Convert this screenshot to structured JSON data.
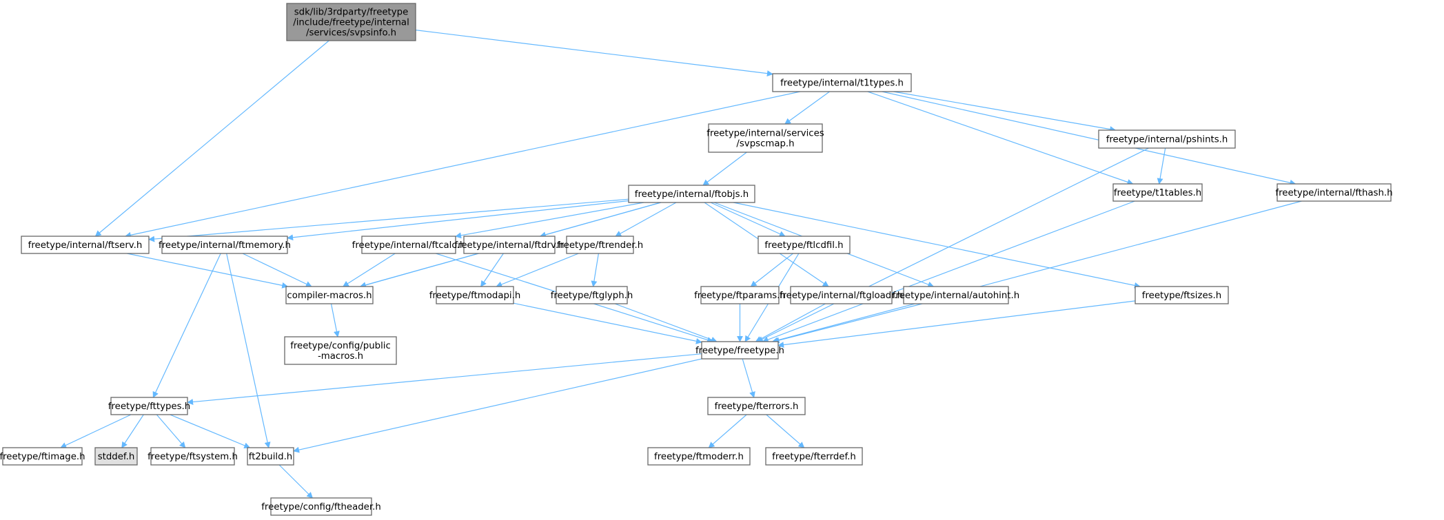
{
  "diagram": {
    "type": "include-dependency-graph",
    "colors": {
      "edge": "#63b8ff",
      "root_fill": "#999999",
      "node_fill": "#ffffff",
      "system_fill": "#e0e0e0",
      "border": "#666666"
    },
    "nodes": [
      {
        "id": "svpsinfo",
        "label": [
          "sdk/lib/3rdparty/freetype",
          "/include/freetype/internal",
          "/services/svpsinfo.h"
        ],
        "kind": "root"
      },
      {
        "id": "t1types",
        "label": [
          "freetype/internal/t1types.h"
        ],
        "kind": "normal"
      },
      {
        "id": "ftserv",
        "label": [
          "freetype/internal/ftserv.h"
        ],
        "kind": "normal"
      },
      {
        "id": "svpscmap",
        "label": [
          "freetype/internal/services",
          "/svpscmap.h"
        ],
        "kind": "normal"
      },
      {
        "id": "pshints",
        "label": [
          "freetype/internal/pshints.h"
        ],
        "kind": "normal"
      },
      {
        "id": "t1tables",
        "label": [
          "freetype/t1tables.h"
        ],
        "kind": "normal"
      },
      {
        "id": "fthash",
        "label": [
          "freetype/internal/fthash.h"
        ],
        "kind": "normal"
      },
      {
        "id": "ftobjs",
        "label": [
          "freetype/internal/ftobjs.h"
        ],
        "kind": "normal"
      },
      {
        "id": "ftmemory",
        "label": [
          "freetype/internal/ftmemory.h"
        ],
        "kind": "normal"
      },
      {
        "id": "ftcalc",
        "label": [
          "freetype/internal/ftcalc.h"
        ],
        "kind": "normal"
      },
      {
        "id": "ftdrv",
        "label": [
          "freetype/internal/ftdrv.h"
        ],
        "kind": "normal"
      },
      {
        "id": "ftrender",
        "label": [
          "freetype/ftrender.h"
        ],
        "kind": "normal"
      },
      {
        "id": "ftlcdfil",
        "label": [
          "freetype/ftlcdfil.h"
        ],
        "kind": "normal"
      },
      {
        "id": "compiler",
        "label": [
          "compiler-macros.h"
        ],
        "kind": "normal"
      },
      {
        "id": "ftmodapi",
        "label": [
          "freetype/ftmodapi.h"
        ],
        "kind": "normal"
      },
      {
        "id": "ftglyph",
        "label": [
          "freetype/ftglyph.h"
        ],
        "kind": "normal"
      },
      {
        "id": "ftparams",
        "label": [
          "freetype/ftparams.h"
        ],
        "kind": "normal"
      },
      {
        "id": "ftgloadr",
        "label": [
          "freetype/internal/ftgloadr.h"
        ],
        "kind": "normal"
      },
      {
        "id": "autohint",
        "label": [
          "freetype/internal/autohint.h"
        ],
        "kind": "normal"
      },
      {
        "id": "ftsizes",
        "label": [
          "freetype/ftsizes.h"
        ],
        "kind": "normal"
      },
      {
        "id": "pubmacros",
        "label": [
          "freetype/config/public",
          "-macros.h"
        ],
        "kind": "normal"
      },
      {
        "id": "freetype",
        "label": [
          "freetype/freetype.h"
        ],
        "kind": "normal"
      },
      {
        "id": "fttypes",
        "label": [
          "freetype/fttypes.h"
        ],
        "kind": "normal"
      },
      {
        "id": "fterrors",
        "label": [
          "freetype/fterrors.h"
        ],
        "kind": "normal"
      },
      {
        "id": "ftimage",
        "label": [
          "freetype/ftimage.h"
        ],
        "kind": "normal"
      },
      {
        "id": "stddef",
        "label": [
          "stddef.h"
        ],
        "kind": "system"
      },
      {
        "id": "ftsystem",
        "label": [
          "freetype/ftsystem.h"
        ],
        "kind": "normal"
      },
      {
        "id": "ft2build",
        "label": [
          "ft2build.h"
        ],
        "kind": "normal"
      },
      {
        "id": "ftmoderr",
        "label": [
          "freetype/ftmoderr.h"
        ],
        "kind": "normal"
      },
      {
        "id": "fterrdef",
        "label": [
          "freetype/fterrdef.h"
        ],
        "kind": "normal"
      },
      {
        "id": "ftheader",
        "label": [
          "freetype/config/ftheader.h"
        ],
        "kind": "normal"
      }
    ],
    "edges": [
      [
        "svpsinfo",
        "ftserv"
      ],
      [
        "svpsinfo",
        "t1types"
      ],
      [
        "t1types",
        "ftserv"
      ],
      [
        "t1types",
        "svpscmap"
      ],
      [
        "t1types",
        "pshints"
      ],
      [
        "t1types",
        "t1tables"
      ],
      [
        "t1types",
        "fthash"
      ],
      [
        "svpscmap",
        "ftobjs"
      ],
      [
        "pshints",
        "t1tables"
      ],
      [
        "pshints",
        "freetype"
      ],
      [
        "t1tables",
        "freetype"
      ],
      [
        "fthash",
        "freetype"
      ],
      [
        "ftobjs",
        "ftserv"
      ],
      [
        "ftobjs",
        "ftmemory"
      ],
      [
        "ftobjs",
        "ftcalc"
      ],
      [
        "ftobjs",
        "ftdrv"
      ],
      [
        "ftobjs",
        "ftrender"
      ],
      [
        "ftobjs",
        "ftlcdfil"
      ],
      [
        "ftobjs",
        "compiler"
      ],
      [
        "ftobjs",
        "ftgloadr"
      ],
      [
        "ftobjs",
        "autohint"
      ],
      [
        "ftobjs",
        "ftsizes"
      ],
      [
        "ftserv",
        "compiler"
      ],
      [
        "ftmemory",
        "compiler"
      ],
      [
        "ftmemory",
        "fttypes"
      ],
      [
        "ftmemory",
        "ft2build"
      ],
      [
        "ftcalc",
        "compiler"
      ],
      [
        "ftcalc",
        "freetype"
      ],
      [
        "ftdrv",
        "compiler"
      ],
      [
        "ftdrv",
        "ftmodapi"
      ],
      [
        "ftrender",
        "ftmodapi"
      ],
      [
        "ftrender",
        "ftglyph"
      ],
      [
        "ftlcdfil",
        "ftparams"
      ],
      [
        "ftlcdfil",
        "freetype"
      ],
      [
        "compiler",
        "pubmacros"
      ],
      [
        "ftmodapi",
        "freetype"
      ],
      [
        "ftglyph",
        "freetype"
      ],
      [
        "ftparams",
        "freetype"
      ],
      [
        "ftgloadr",
        "freetype"
      ],
      [
        "autohint",
        "freetype"
      ],
      [
        "ftsizes",
        "freetype"
      ],
      [
        "freetype",
        "fttypes"
      ],
      [
        "freetype",
        "ft2build"
      ],
      [
        "freetype",
        "fterrors"
      ],
      [
        "fttypes",
        "ftimage"
      ],
      [
        "fttypes",
        "stddef"
      ],
      [
        "fttypes",
        "ftsystem"
      ],
      [
        "fttypes",
        "ft2build"
      ],
      [
        "fterrors",
        "ftmoderr"
      ],
      [
        "fterrors",
        "fterrdef"
      ],
      [
        "ft2build",
        "ftheader"
      ]
    ]
  }
}
